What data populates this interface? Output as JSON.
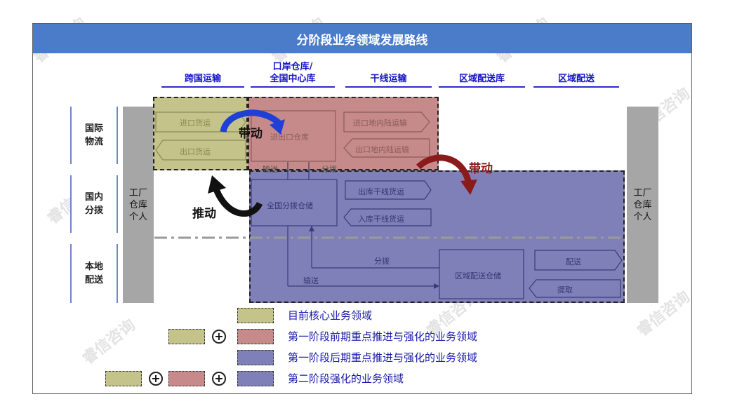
{
  "title": "分阶段业务领域发展路线",
  "watermark": "睿信咨询",
  "columns": [
    {
      "label": "跨国运输"
    },
    {
      "label": "口岸仓库/\n全国中心库"
    },
    {
      "label": "干线运输"
    },
    {
      "label": "区域配送库"
    },
    {
      "label": "区域配送"
    }
  ],
  "rows": [
    {
      "label": "国际\n物流"
    },
    {
      "label": "国内\n分拨"
    },
    {
      "label": "本地\n配送"
    }
  ],
  "side_left": "工厂\n仓库\n个人",
  "side_right": "工厂\n仓库\n个人",
  "nodes": {
    "import_freight": "进口货运",
    "export_freight": "出口货运",
    "import_export_warehouse": "进出口仓库",
    "import_inland": "进口地内陆运输",
    "export_inland": "出口地内陆运输",
    "transport_left": "输送",
    "distribute_top": "分拨",
    "national_hub": "全国分拨仓储",
    "outbound_trunk": "出库干线货运",
    "inbound_trunk": "入库干线货运",
    "regional_warehouse": "区域配送仓储",
    "distribute_mid": "分拨",
    "transport_bottom": "输送",
    "delivery": "配送",
    "pickup": "提取"
  },
  "arrows": {
    "drive_top": "带动",
    "drive_right": "带动",
    "push": "推动"
  },
  "legend": [
    {
      "text": "目前核心业务领域",
      "color": "#c3c38a"
    },
    {
      "text": "第一阶段前期重点推进与强化的业务领域",
      "color": "#c78a8a"
    },
    {
      "text": "第一阶段后期重点推进与强化的业务领域",
      "color": "#8080b8"
    },
    {
      "text": "第二阶段强化的业务领域",
      "color": "#8080b8"
    }
  ],
  "colors": {
    "title_bar": "#4a7cc9",
    "zone_core": "#c3c38a",
    "zone_phase1_early": "#c78a8a",
    "zone_phase1_late": "#8080b8",
    "drive_top_arrow": "#1f3fd6",
    "drive_right_arrow": "#8b1a1a",
    "push_arrow": "#111111"
  }
}
